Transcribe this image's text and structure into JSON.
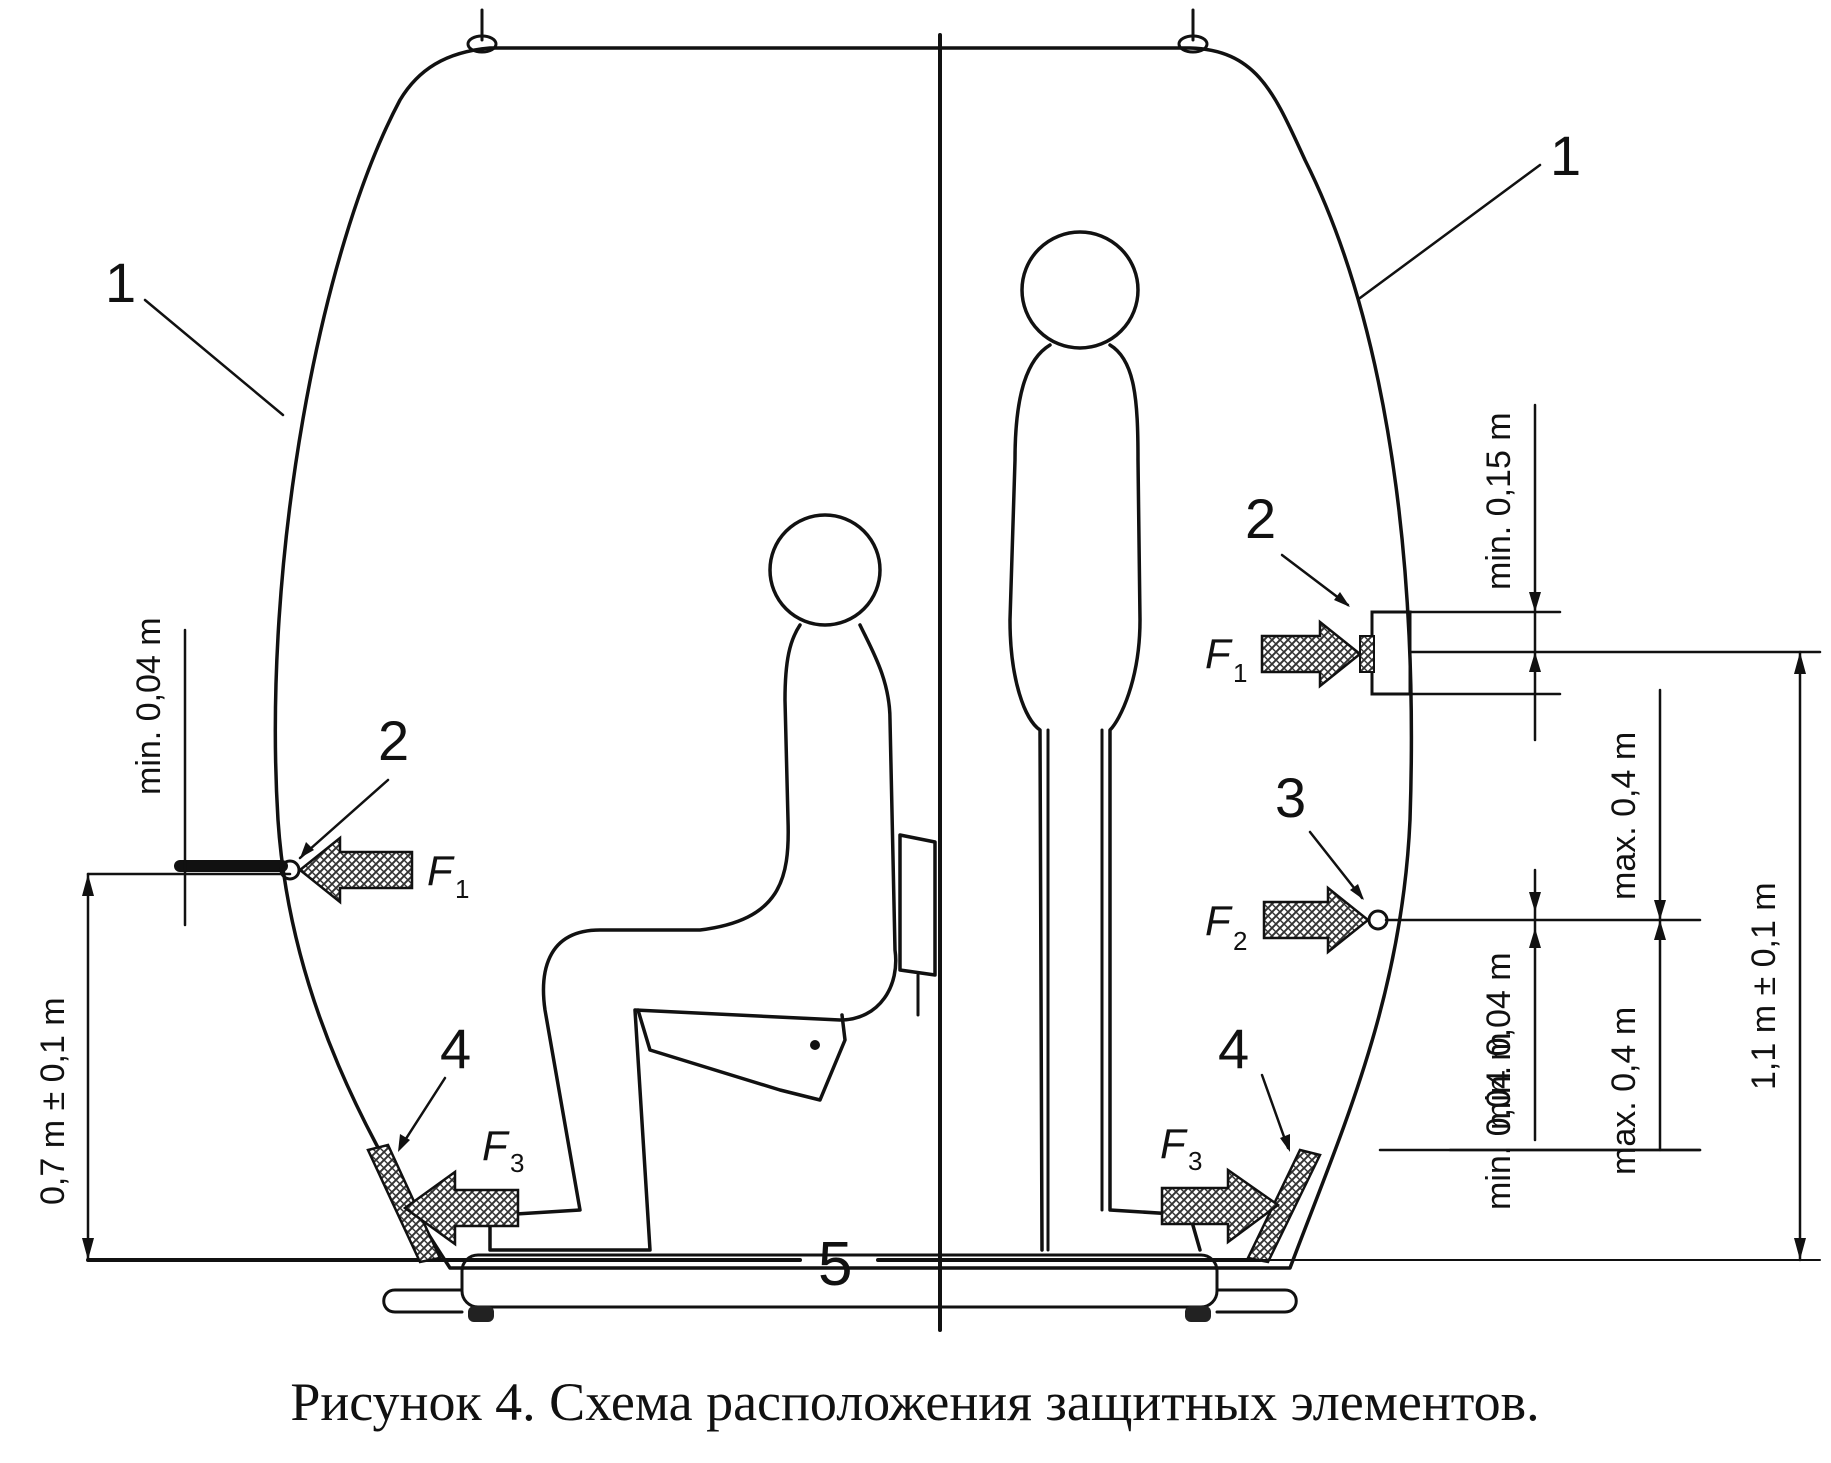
{
  "labels": {
    "cabin_left": "1",
    "cabin_right": "1",
    "element2_left": "2",
    "element2_right": "2",
    "element3": "3",
    "element4_left": "4",
    "element4_right": "4",
    "floor": "5"
  },
  "forces": {
    "f1_left": "F",
    "f1_left_sub": "1",
    "f1_right": "F",
    "f1_right_sub": "1",
    "f2": "F",
    "f2_sub": "2",
    "f3_left": "F",
    "f3_left_sub": "3",
    "f3_right": "F",
    "f3_right_sub": "3"
  },
  "dimensions": {
    "left_min": "min. 0,04 m",
    "left_height": "0,7 m ± 0,1 m",
    "right_min_top": "min. 0,15 m",
    "right_max_upper": "max. 0,4 m",
    "right_min_mid": "min. 0,04 m",
    "right_max_lower": "max. 0,4 m",
    "right_min_bottom": "min. 0,04 m",
    "right_height": "1,1 m ± 0,1 m"
  },
  "caption": "Рисунок 4. Схема расположения защитных элементов."
}
